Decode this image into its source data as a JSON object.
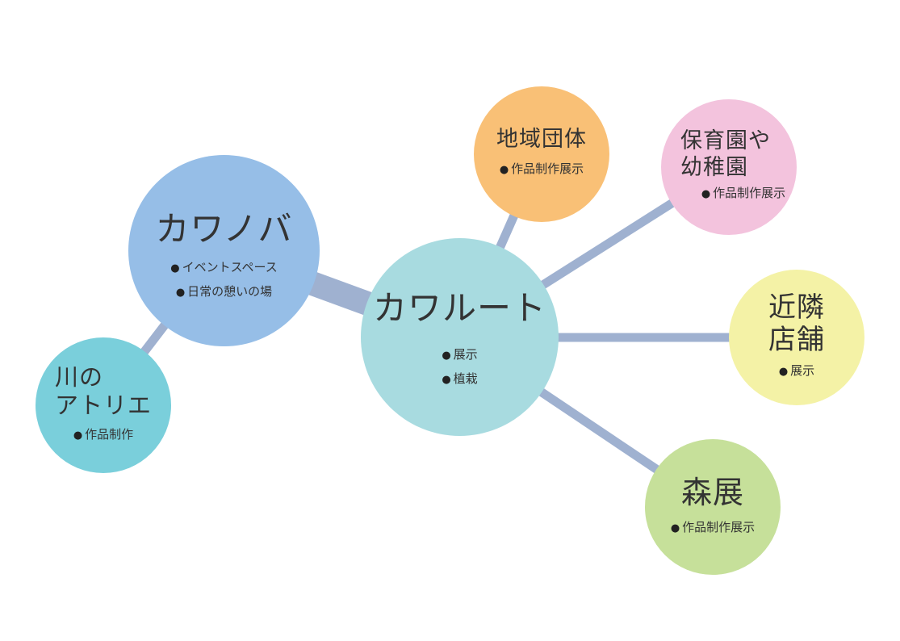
{
  "colors": {
    "connector": "#9fb1d0",
    "text": "#333333"
  },
  "nodes": [
    {
      "id": "kawaroute",
      "title": "カワルート",
      "items": [
        "展示",
        "植栽"
      ],
      "color": "#a8dbe0"
    },
    {
      "id": "kawanoba",
      "title": "カワノバ",
      "items": [
        "イベントスペース",
        "日常の憩いの場"
      ],
      "color": "#96bee7"
    },
    {
      "id": "kawaatelier",
      "title": "川の\nアトリエ",
      "items": [
        "作品制作"
      ],
      "color": "#7acfdb"
    },
    {
      "id": "chiiki",
      "title": "地域団体",
      "items": [
        "作品制作展示"
      ],
      "color": "#f9c076"
    },
    {
      "id": "hoikuen",
      "title": "保育園や\n幼稚園",
      "items": [
        "作品制作展示"
      ],
      "color": "#f3c3dd"
    },
    {
      "id": "kinrin",
      "title": "近隣\n店舗",
      "items": [
        "展示"
      ],
      "color": "#f4f2a6"
    },
    {
      "id": "moriten",
      "title": "森展",
      "items": [
        "作品制作展示"
      ],
      "color": "#c6e09a"
    }
  ],
  "links": [
    {
      "from": "kawanoba",
      "to": "kawaroute",
      "weight": "thick"
    },
    {
      "from": "kawanoba",
      "to": "kawaatelier",
      "weight": "normal"
    },
    {
      "from": "kawaroute",
      "to": "chiiki",
      "weight": "normal"
    },
    {
      "from": "kawaroute",
      "to": "hoikuen",
      "weight": "normal"
    },
    {
      "from": "kawaroute",
      "to": "kinrin",
      "weight": "normal"
    },
    {
      "from": "kawaroute",
      "to": "moriten",
      "weight": "normal"
    }
  ]
}
